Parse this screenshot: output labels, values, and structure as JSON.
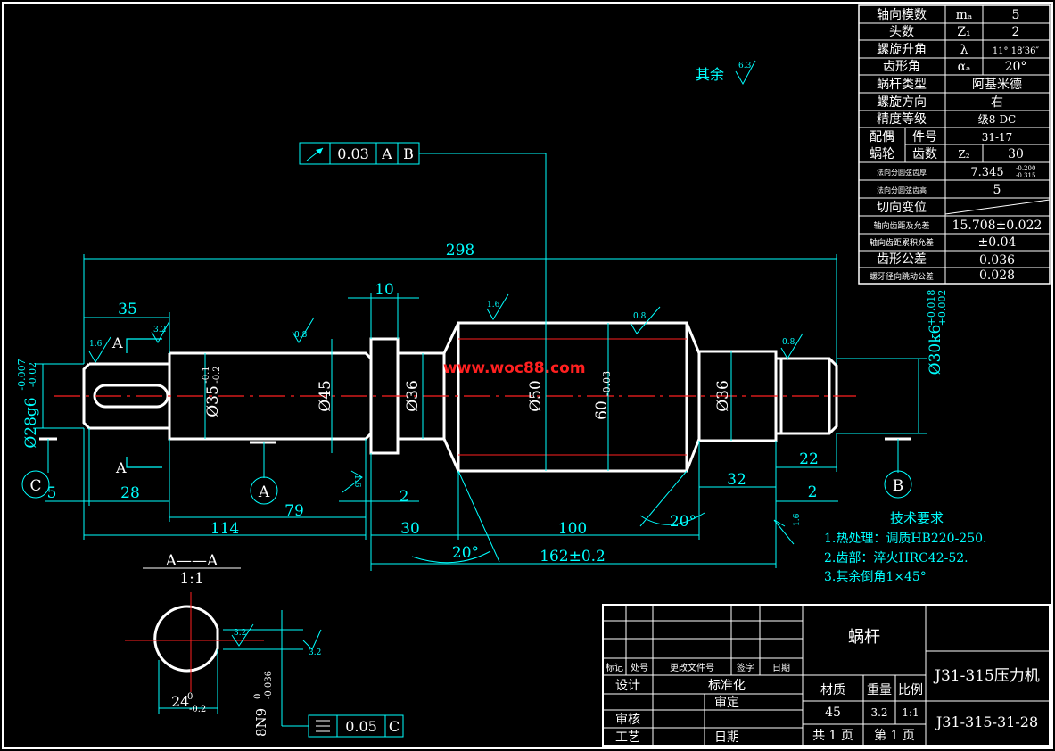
{
  "params": [
    {
      "label": "轴向模数",
      "sym": "mₐ",
      "val": "5"
    },
    {
      "label": "头数",
      "sym": "Z₁",
      "val": "2"
    },
    {
      "label": "螺旋升角",
      "sym": "λ",
      "val": "11° 18′36″"
    },
    {
      "label": "齿形角",
      "sym": "αₐ",
      "val": "20°"
    },
    {
      "label": "蜗杆类型",
      "val": "阿基米德"
    },
    {
      "label": "螺旋方向",
      "val": "右"
    },
    {
      "label": "精度等级",
      "val": "级8-DC"
    }
  ],
  "mate": {
    "label1": "配偶",
    "label2": "蜗轮",
    "part_label": "件号",
    "part_val": "31-17",
    "teeth_label": "齿数",
    "teeth_sym": "Z₂",
    "teeth_val": "30"
  },
  "params2": [
    {
      "label": "法向分圆弦齿厚",
      "val": "7.345",
      "tol_up": "-0.200",
      "tol_dn": "-0.315"
    },
    {
      "label": "法向分圆弦齿高",
      "val": "5"
    },
    {
      "label": "切向变位",
      "val": ""
    },
    {
      "label": "轴向齿距及允差",
      "val": "15.708±0.022"
    },
    {
      "label": "轴向齿距累积允差",
      "val": "±0.04"
    },
    {
      "label": "齿形公差",
      "val": "0.036"
    },
    {
      "label": "螺牙径向跳动公差",
      "val": "0.028"
    }
  ],
  "notes": {
    "title": "技术要求",
    "items": [
      "1.热处理：调质HB220-250.",
      "2.齿部：淬火HRC42-52.",
      "3.其余倒角1×45°"
    ]
  },
  "rest_roughness": {
    "label": "其余",
    "val": "6.3"
  },
  "watermark": "www.woc88.com",
  "dims": {
    "total": "298",
    "d35": "35",
    "d10": "10",
    "d2a": "2",
    "d2b": "2",
    "d79": "79",
    "d114": "114",
    "d28": "28",
    "d5": "5",
    "d30": "30",
    "d100": "100",
    "d162": "162±0.2",
    "d32": "32",
    "d22": "22",
    "ang1": "20°",
    "ang2": "20°",
    "phi45": "Ø45",
    "phi36a": "Ø36",
    "phi50": "Ø50",
    "phi60": "60",
    "phi60tol": "-0.03",
    "phi36b": "Ø36",
    "phi35": "Ø35",
    "phi35tol_up": "-0.1",
    "phi35tol_dn": "-0.2",
    "phi28": "Ø28g6",
    "phi28tol_up": "-0.007",
    "phi28tol_dn": "-0.02",
    "phi30": "Ø30k6",
    "phi30tol_up": "+0.018",
    "phi30tol_dn": "+0.002",
    "r16a": "1.6",
    "r16b": "1.6",
    "r16c": "1.6",
    "r16d": "1.6",
    "r08a": "0.8",
    "r08b": "0.8",
    "r08c": "0.8",
    "r32": "3.2"
  },
  "fcf_top": {
    "tol": "0.03",
    "a": "A",
    "b": "B"
  },
  "fcf_bot": {
    "tol": "0.05",
    "a": "C"
  },
  "datums": {
    "a": "A",
    "b": "B",
    "c": "C"
  },
  "section": {
    "title": "A——A",
    "scale": "1:1",
    "w": "24",
    "wtol": "-0.2",
    "wsup": "0",
    "key": "8N9",
    "keytol_up": "0",
    "keytol_dn": "-0.036",
    "r32a": "3.2",
    "r32b": "3.2"
  },
  "sect_marks": {
    "a1": "A",
    "a2": "A"
  },
  "title_block": {
    "part_name": "蜗杆",
    "machine": "J31-315压力机",
    "drawing_no": "J31-315-31-28",
    "h_mark": "标记",
    "h_count": "处号",
    "h_doc": "更改文件号",
    "h_sign": "签字",
    "h_date": "日期",
    "design": "设计",
    "standard": "标准化",
    "review": "审定",
    "check": "审核",
    "process": "工艺",
    "date": "日期",
    "material_label": "材质",
    "weight_label": "重量",
    "scale_label": "比例",
    "material": "45",
    "weight": "3.2",
    "scale": "1:1",
    "total_pages": "共  1 页",
    "page": "第  1 页"
  }
}
